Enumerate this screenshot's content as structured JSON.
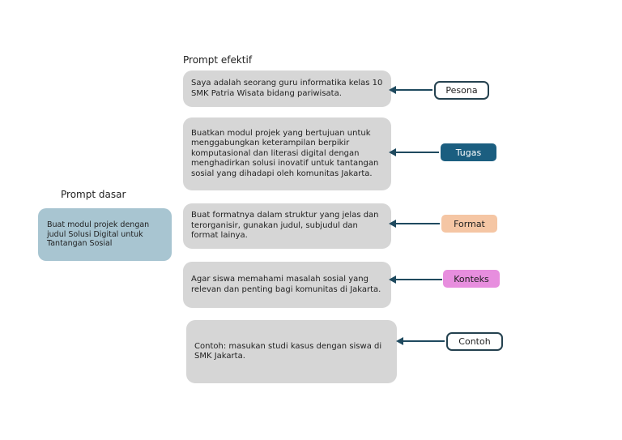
{
  "colors": {
    "box_gray": "#d6d6d6",
    "box_blue": "#a8c5d1",
    "tag_teal": "#1b5e80",
    "tag_peach": "#f5c6a4",
    "tag_pink": "#e78ede",
    "outline_dark": "#24414f",
    "arrow": "#1f4a5f",
    "text_dark": "#1f1f1f"
  },
  "effective_prompt": {
    "heading": "Prompt efektif",
    "items": [
      {
        "text": "Saya adalah seorang guru informatika kelas 10 SMK Patria Wisata bidang pariwisata.",
        "tag": "Pesona"
      },
      {
        "text": "Buatkan modul projek yang bertujuan untuk menggabungkan keterampilan berpikir komputasional dan literasi digital dengan menghadirkan solusi inovatif untuk tantangan sosial yang dihadapi oleh komunitas Jakarta.",
        "tag": "Tugas"
      },
      {
        "text": "Buat formatnya dalam struktur yang jelas dan terorganisir, gunakan judul, subjudul dan format lainya.",
        "tag": "Format"
      },
      {
        "text": "Agar siswa memahami masalah sosial yang relevan dan penting bagi komunitas di Jakarta.",
        "tag": "Konteks"
      },
      {
        "text": "Contoh: masukan studi kasus dengan siswa di SMK Jakarta.",
        "tag": "Contoh"
      }
    ]
  },
  "basic_prompt": {
    "heading": "Prompt dasar",
    "text": "Buat modul projek dengan judul Solusi Digital untuk Tantangan Sosial"
  }
}
